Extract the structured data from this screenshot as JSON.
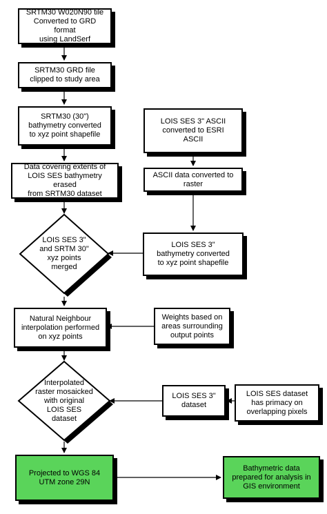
{
  "colors": {
    "box_fill": "#ffffff",
    "terminal_fill": "#5ad45a",
    "border": "#000000"
  },
  "nodes": {
    "n1": "SRTM30 W020N90 tile\nConverted to GRD format\nusing LandSerf",
    "n2": "SRTM30 GRD file\nclipped to study area",
    "n3": "SRTM30 (30\")\nbathymetry converted\nto xyz point shapefile",
    "n4": "Data covering extents of\nLOIS SES bathymetry erased\nfrom SRTM30 dataset",
    "n5": "LOIS SES 3\"\nand SRTM 30\"\nxyz points\nmerged",
    "n6": "Natural Neighbour\ninterpolation performed\non xyz points",
    "n7": "Interpolated\nraster mosaicked\nwith original\nLOIS SES\ndataset",
    "n8": "Projected to WGS 84\nUTM zone 29N",
    "r1": "LOIS SES 3\" ASCII\nconverted to ESRI\nASCII",
    "r2": "ASCII data converted to\nraster",
    "r3": "LOIS SES 3\"\nbathymetry converted\nto xyz point shapefile",
    "r4": "Weights based on\nareas surrounding\noutput points",
    "r5": "LOIS SES 3\"\ndataset",
    "r6": "LOIS SES dataset\nhas primacy on\noverlapping pixels",
    "r7": "Bathymetric data\nprepared for analysis in\nGIS environment"
  }
}
